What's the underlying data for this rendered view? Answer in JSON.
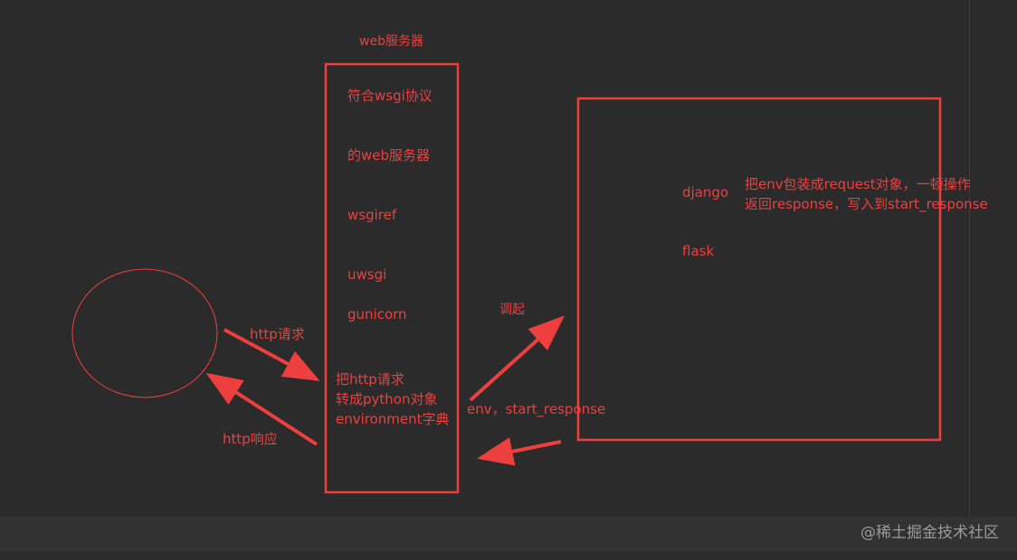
{
  "colors": {
    "accent": "#ee3f3f",
    "background": "#2b2b2b",
    "watermark": "#9a9a9a"
  },
  "server": {
    "title": "web服务器",
    "items": [
      "符合wsgi协议",
      "的web服务器",
      "wsgiref",
      "uwsgi",
      "gunicorn"
    ],
    "convert_lines": [
      "把http请求",
      "转成python对象",
      "environment字典"
    ]
  },
  "frameworks": {
    "items": [
      "django",
      "flask"
    ],
    "note_lines": [
      "把env包装成request对象，一顿操作",
      "返回response，写入到start_response"
    ]
  },
  "arrows": {
    "request": "http请求",
    "response": "http响应",
    "invoke": "调起",
    "params": "env，start_response"
  },
  "watermark": "@稀土掘金技术社区"
}
